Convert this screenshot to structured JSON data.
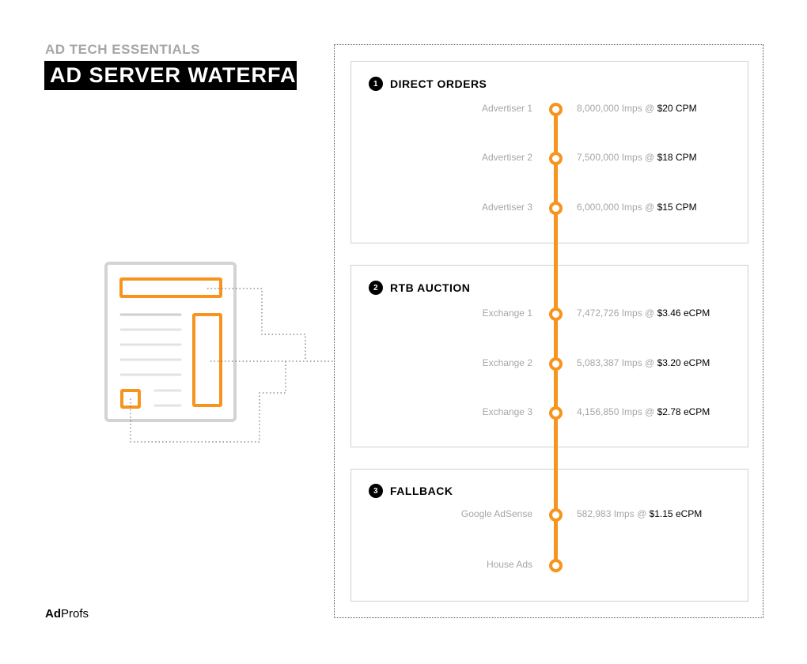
{
  "header": {
    "kicker": "AD TECH ESSENTIALS",
    "title": "AD SERVER WATERFALL"
  },
  "watermark": "AdProfs",
  "accent": "#f7941d",
  "sections": [
    {
      "num": "1",
      "title": "DIRECT ORDERS",
      "rows": [
        {
          "label": "Advertiser 1",
          "imps": "8,000,000 Imps @ ",
          "price": "$20 CPM"
        },
        {
          "label": "Advertiser 2",
          "imps": "7,500,000 Imps @ ",
          "price": "$18 CPM"
        },
        {
          "label": "Advertiser 3",
          "imps": "6,000,000 Imps @ ",
          "price": "$15 CPM"
        }
      ]
    },
    {
      "num": "2",
      "title": "RTB AUCTION",
      "rows": [
        {
          "label": "Exchange 1",
          "imps": "7,472,726 Imps @ ",
          "price": "$3.46 eCPM"
        },
        {
          "label": "Exchange 2",
          "imps": "5,083,387 Imps @ ",
          "price": "$3.20 eCPM"
        },
        {
          "label": "Exchange 3",
          "imps": "4,156,850 Imps @ ",
          "price": "$2.78 eCPM"
        }
      ]
    },
    {
      "num": "3",
      "title": "FALLBACK",
      "rows": [
        {
          "label": "Google AdSense",
          "imps": "582,983 Imps @ ",
          "price": "$1.15 eCPM"
        },
        {
          "label": "House Ads",
          "imps": "",
          "price": ""
        }
      ]
    }
  ],
  "logo": {
    "bold": "Ad",
    "rest": "Profs"
  }
}
